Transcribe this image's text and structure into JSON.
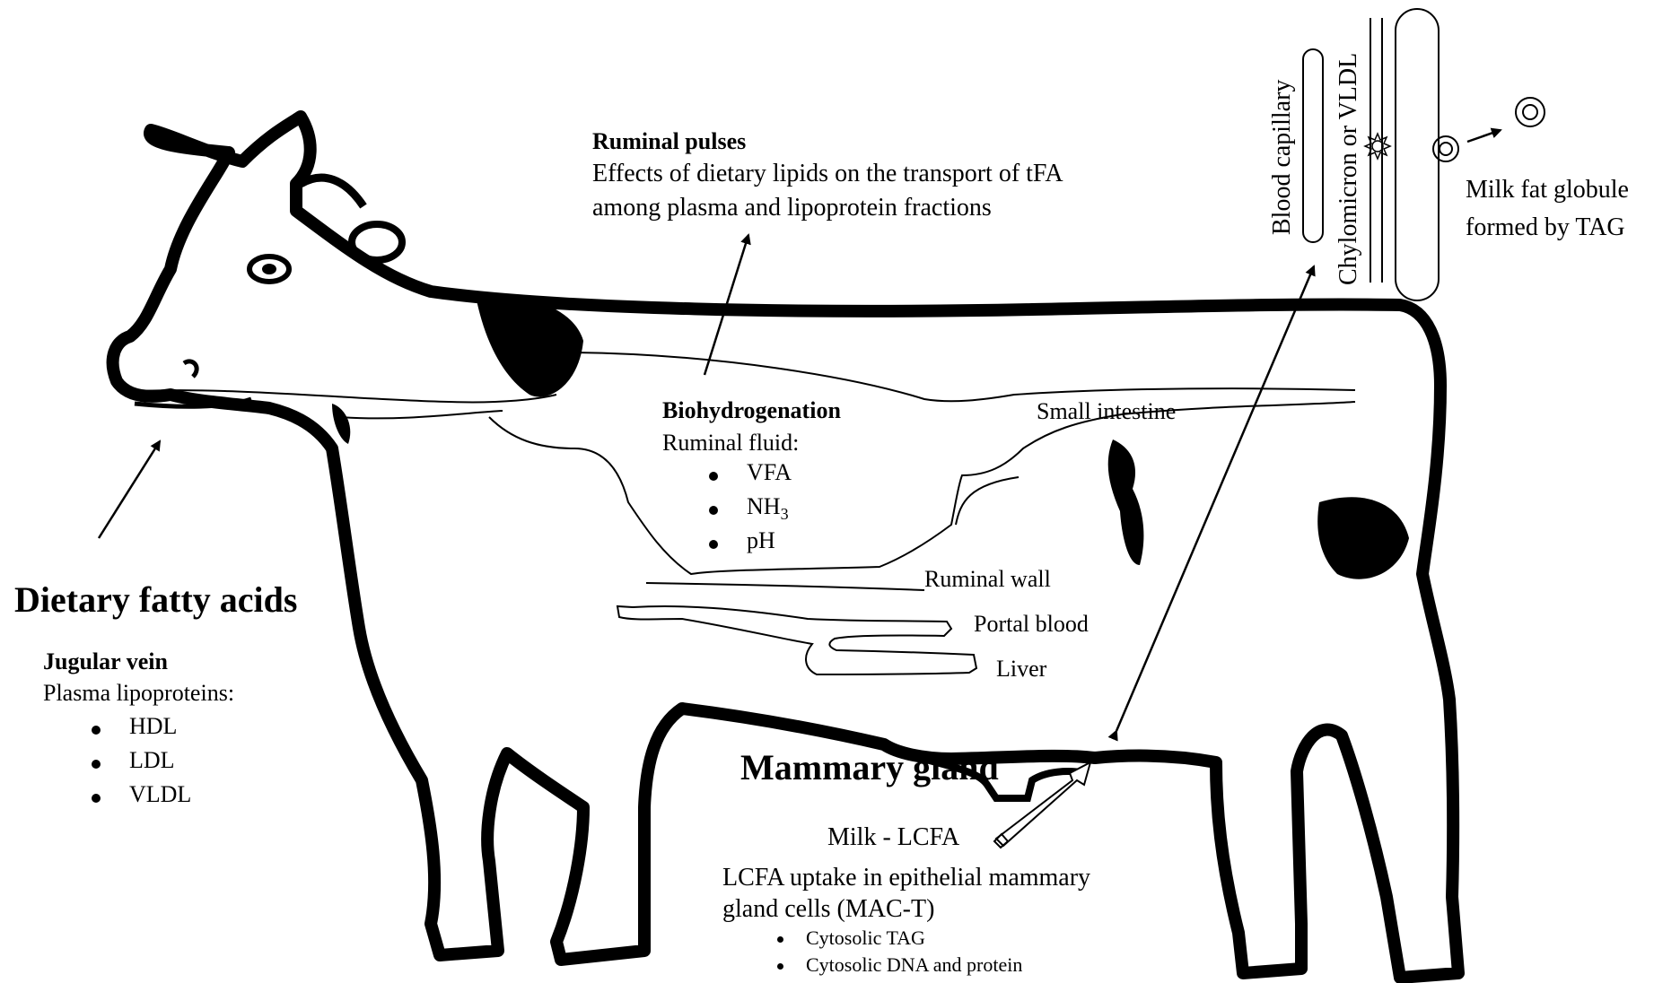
{
  "dietary": {
    "title": "Dietary fatty acids",
    "jugular_title": "Jugular vein",
    "plasma_label": "Plasma lipoproteins:",
    "lipoproteins": [
      "HDL",
      "LDL",
      "VLDL"
    ]
  },
  "ruminal_pulses": {
    "title": "Ruminal pulses",
    "line1": "Effects of dietary lipids on the transport of tFA",
    "line2": "among plasma and lipoprotein fractions"
  },
  "biohydrogenation": {
    "title": "Biohydrogenation",
    "fluid_label": "Ruminal fluid:",
    "items": [
      "VFA",
      "NH",
      "pH"
    ],
    "nh_subscript": "3"
  },
  "organs": {
    "small_intestine": "Small intestine",
    "ruminal_wall": "Ruminal wall",
    "portal_blood": "Portal blood",
    "liver": "Liver"
  },
  "mammary": {
    "title": "Mammary gland",
    "milk_lcfa": "Milk - LCFA",
    "uptake_line1": "LCFA uptake in epithelial mammary",
    "uptake_line2": "gland cells (MAC-T)",
    "items": [
      "Cytosolic TAG",
      "Cytosolic DNA and protein"
    ]
  },
  "inset": {
    "blood_capillary": "Blood capillary",
    "chylomicron": "Chylomicron or VLDL",
    "globule_line1": "Milk fat globule",
    "globule_line2": "formed by TAG"
  }
}
